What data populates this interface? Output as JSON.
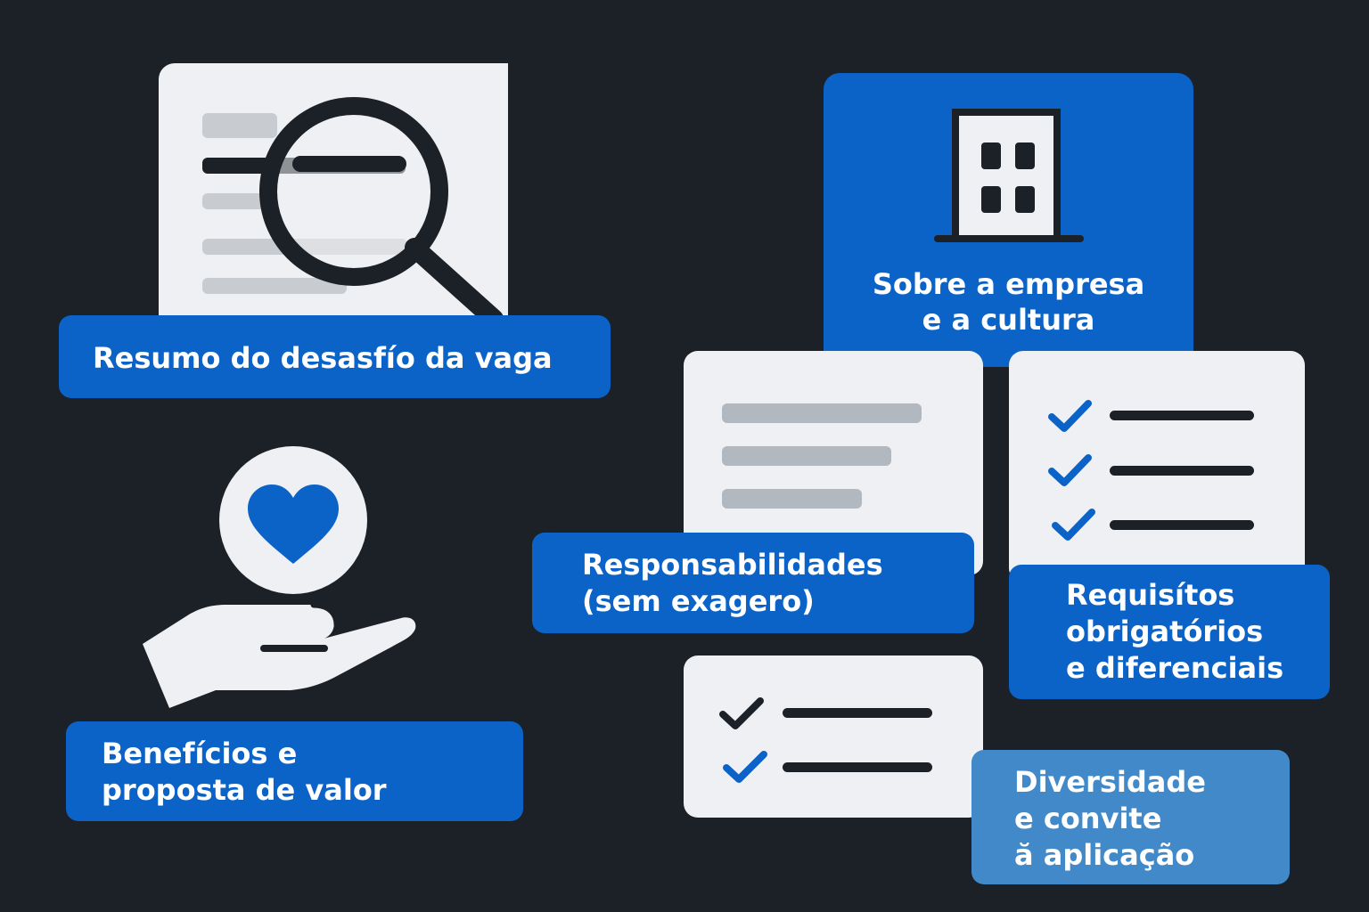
{
  "cards": {
    "job_summary": {
      "label": "Resumo do desasfío da vaga"
    },
    "company": {
      "label": "Sobre a empresa\ne a cultura"
    },
    "benefits": {
      "label": "Benefícios e\nproposta de valor"
    },
    "responsibilities": {
      "label": "Responsabilidades\n(sem exagero)"
    },
    "requirements": {
      "label": "Requisítos\nobrigatórios\ne diferenciais"
    },
    "diversity": {
      "label": "Diversidade\ne convite\nă aplicação"
    }
  },
  "icons": {
    "job_summary": "magnifying-glass-document-icon",
    "company": "building-icon",
    "benefits": "hand-heart-icon",
    "responsibilities": "text-lines-document-icon",
    "requirements": "checklist-icon",
    "diversity": "checklist-icon"
  },
  "colors": {
    "background": "#1c2027",
    "primary_blue": "#0b63c8",
    "light_blue": "#4189c8",
    "card_light": "#eff0f3"
  }
}
